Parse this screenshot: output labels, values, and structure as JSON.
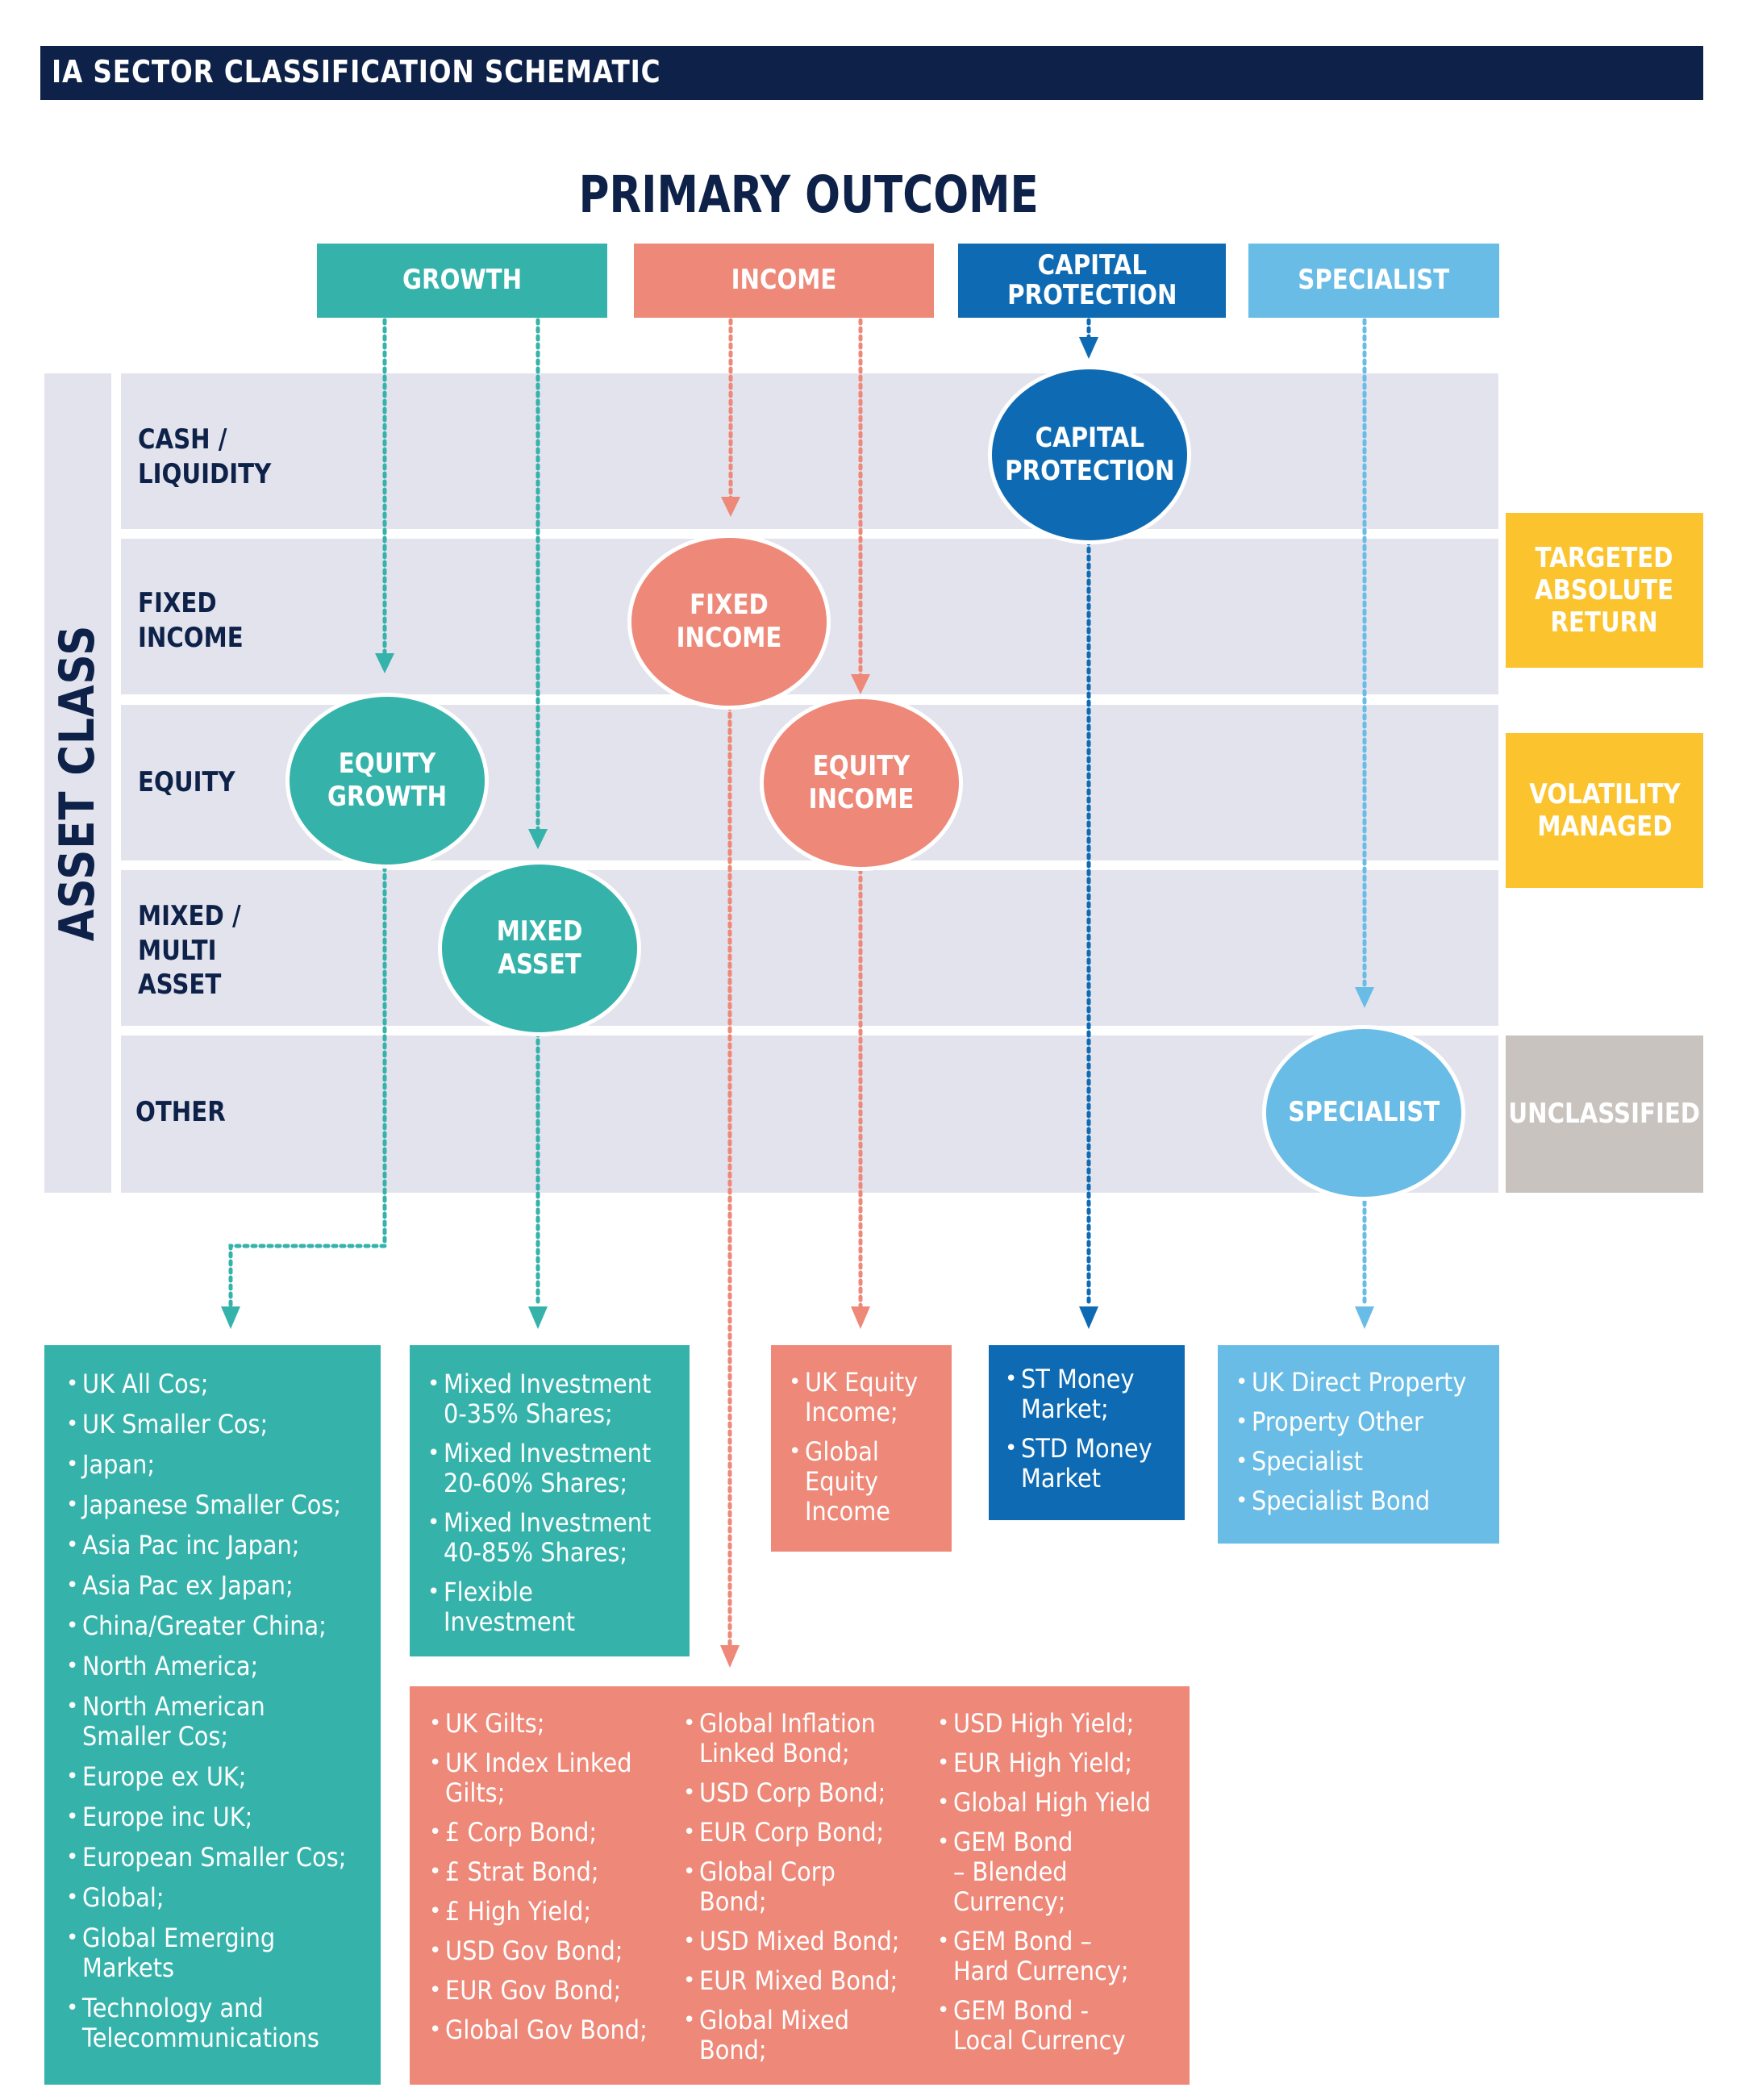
{
  "title": "IA SECTOR CLASSIFICATION SCHEMATIC",
  "primary_outcome": "PRIMARY OUTCOME",
  "outcomes": {
    "growth": "GROWTH",
    "income": "INCOME",
    "capital_protection": "CAPITAL\nPROTECTION",
    "specialist": "SPECIALIST"
  },
  "asset_class_label": "ASSET CLASS",
  "rows": {
    "cash": "CASH /\nLIQUIDITY",
    "fixed_income": "FIXED\nINCOME",
    "equity": "EQUITY",
    "mixed": "MIXED /\nMULTI\nASSET",
    "other": "OTHER"
  },
  "side_boxes": {
    "targeted": "TARGETED\nABSOLUTE\nRETURN",
    "volatility": "VOLATILITY\nMANAGED",
    "unclassified": "UNCLASSIFIED"
  },
  "circles": {
    "capital_protection": "CAPITAL\nPROTECTION",
    "fixed_income": "FIXED\nINCOME",
    "equity_growth": "EQUITY\nGROWTH",
    "equity_income": "EQUITY\nINCOME",
    "mixed_asset": "MIXED\nASSET",
    "specialist": "SPECIALIST"
  },
  "lists": {
    "equity_growth": [
      "UK All Cos;",
      "UK Smaller Cos;",
      "Japan;",
      "Japanese Smaller Cos;",
      "Asia Pac inc Japan;",
      "Asia Pac ex Japan;",
      "China/Greater China;",
      "North America;",
      "North American\nSmaller Cos;",
      "Europe ex UK;",
      "Europe inc UK;",
      "European Smaller Cos;",
      "Global;",
      "Global Emerging\nMarkets",
      "Technology and\nTelecommunications"
    ],
    "mixed_asset": [
      "Mixed Investment\n0-35% Shares;",
      "Mixed Investment\n20-60% Shares;",
      "Mixed Investment\n40-85% Shares;",
      "Flexible\nInvestment"
    ],
    "equity_income": [
      "UK Equity\nIncome;",
      "Global\nEquity\nIncome"
    ],
    "capital_protection": [
      "ST Money\nMarket;",
      "STD Money\nMarket"
    ],
    "specialist": [
      "UK Direct Property",
      "Property Other",
      "Specialist",
      "Specialist Bond"
    ],
    "fixed_income_col1": [
      "UK Gilts;",
      "UK Index Linked\nGilts;",
      "£ Corp Bond;",
      "£ Strat Bond;",
      "£ High Yield;",
      "USD Gov Bond;",
      "EUR Gov Bond;",
      "Global Gov Bond;"
    ],
    "fixed_income_col2": [
      "Global Inflation\nLinked Bond;",
      "USD Corp Bond;",
      "EUR Corp Bond;",
      "Global Corp\nBond;",
      "USD Mixed Bond;",
      "EUR Mixed Bond;",
      "Global Mixed\nBond;"
    ],
    "fixed_income_col3": [
      "USD High Yield;",
      "EUR High Yield;",
      "Global High Yield",
      "GEM Bond\n– Blended\nCurrency;",
      "GEM Bond –\nHard Currency;",
      "GEM Bond -\nLocal Currency"
    ]
  },
  "colors": {
    "navy_dark": "#0e2249",
    "teal": "#35b3ab",
    "salmon": "#ee8878",
    "blue": "#0e6bb3",
    "sky": "#69bce6",
    "yellow": "#fbc42e",
    "grey": "#c8c3bf",
    "band": "#e3e3ed"
  }
}
